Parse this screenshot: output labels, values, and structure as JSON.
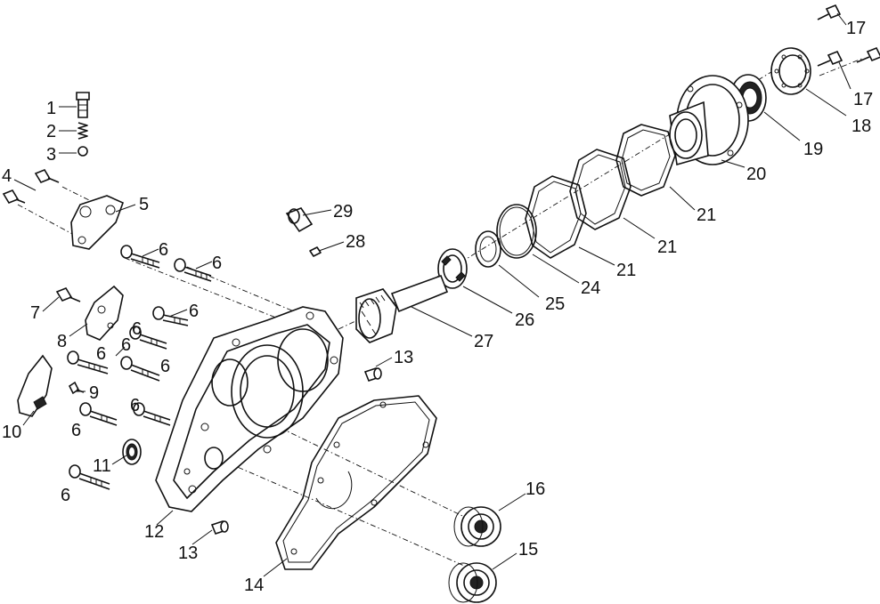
{
  "labels": {
    "l1": "1",
    "l2": "2",
    "l3": "3",
    "l4": "4",
    "l5": "5",
    "l6a": "6",
    "l6b": "6",
    "l6c": "6",
    "l6d": "6",
    "l6e": "6",
    "l6f": "6",
    "l6g": "6",
    "l6h": "6",
    "l6i": "6",
    "l6j": "6",
    "l7": "7",
    "l8": "8",
    "l9": "9",
    "l10": "10",
    "l11": "11",
    "l12": "12",
    "l13a": "13",
    "l13b": "13",
    "l14": "14",
    "l15": "15",
    "l16": "16",
    "l17a": "17",
    "l17b": "17",
    "l18": "18",
    "l19": "19",
    "l20": "20",
    "l21a": "21",
    "l21b": "21",
    "l21c": "21",
    "l24": "24",
    "l25": "25",
    "l26": "26",
    "l27": "27",
    "l28": "28",
    "l29": "29"
  }
}
